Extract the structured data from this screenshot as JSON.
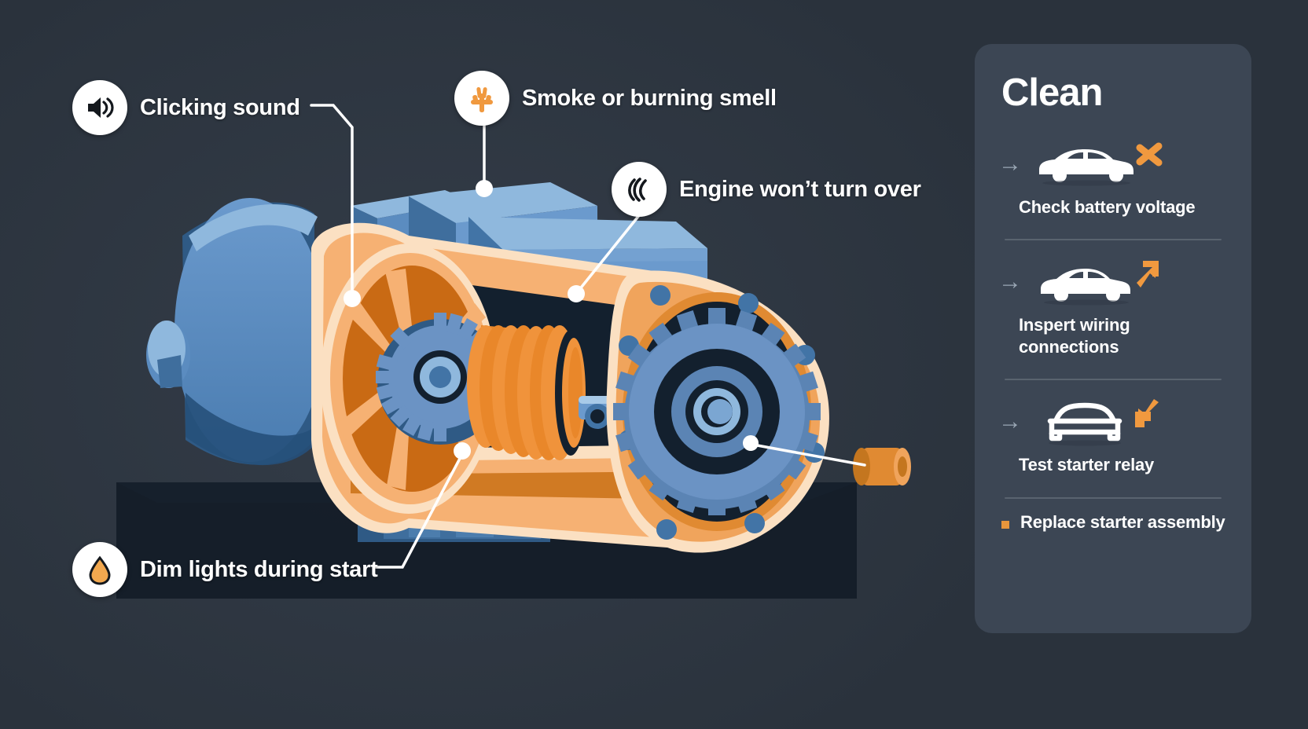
{
  "background_color": "#2a323c",
  "illustration": {
    "name": "starter-motor-cutaway-diagram",
    "description": "Cutaway illustration of an automotive starter motor",
    "colors": {
      "housing_blue": "#5b8cc0",
      "housing_blue_light": "#8fb8dd",
      "housing_blue_dark": "#2f5a85",
      "interior_orange": "#f6b173",
      "interior_orange_deep": "#c96a14",
      "winding_orange": "#f0933b",
      "gear_blue": "#6b93c4",
      "shadow_dark": "#111b28"
    }
  },
  "callouts": [
    {
      "id": "clicking-sound",
      "label": "Clicking sound",
      "icon": "speaker-volume-icon",
      "icon_color": "#14181d",
      "badge_color": "#ffffff"
    },
    {
      "id": "smoke-burning-smell",
      "label": "Smoke or burning smell",
      "icon": "flame-smoke-icon",
      "icon_color": "#f0993f",
      "badge_color": "#ffffff"
    },
    {
      "id": "engine-wont-turn-over",
      "label": "Engine won’t turn over",
      "icon": "swirl-engine-icon",
      "icon_color": "#14181d",
      "badge_color": "#ffffff"
    },
    {
      "id": "dim-lights-during-start",
      "label": "Dim lights during start",
      "icon": "droplet-bulb-icon",
      "icon_color": "#f2a84f",
      "badge_color": "#ffffff"
    }
  ],
  "sidebar": {
    "title": "Clean",
    "panel_color": "#3c4654",
    "accent_color": "#e8963c",
    "items": [
      {
        "caption": "Check battery voltage",
        "icon": "car-side-icon",
        "arrow_icon": "arrow-right-icon",
        "marker_icon": "orange-cross-arrow-icon",
        "has_separator_after": true
      },
      {
        "caption": "Inspert wiring connections",
        "icon": "car-side-icon",
        "arrow_icon": "arrow-right-icon",
        "marker_icon": "orange-arrow-up-right-icon",
        "has_separator_after": true
      },
      {
        "caption": "Test starter relay",
        "icon": "car-front-icon",
        "arrow_icon": "arrow-right-icon",
        "marker_icon": "orange-arrow-down-left-icon",
        "has_separator_after": true
      }
    ],
    "bullet_item": {
      "text": "Replace starter assembly",
      "bullet_color": "#e8963c"
    }
  }
}
